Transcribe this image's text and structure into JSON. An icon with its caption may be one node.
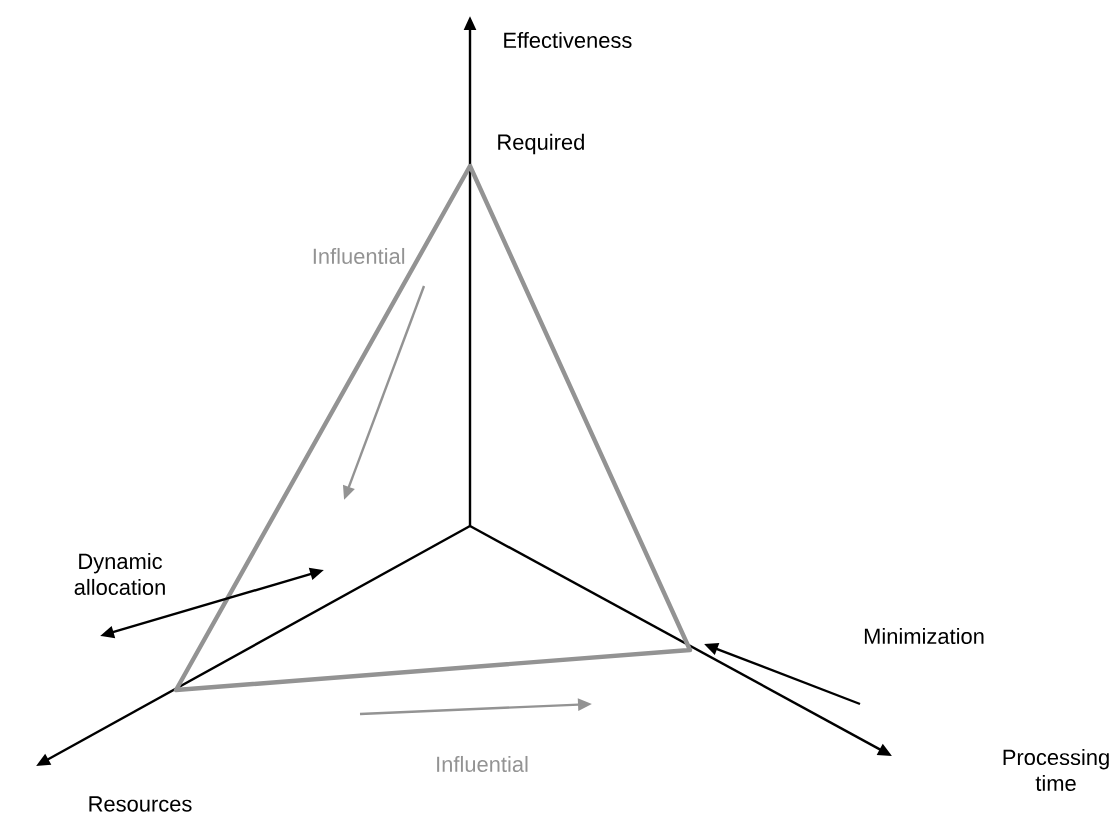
{
  "diagram": {
    "labels": [
      "Effectiveness",
      "Required",
      "Influential",
      "Dynamic allocation",
      "Minimization",
      "Processing time",
      "Influential",
      "Resources"
    ]
  }
}
